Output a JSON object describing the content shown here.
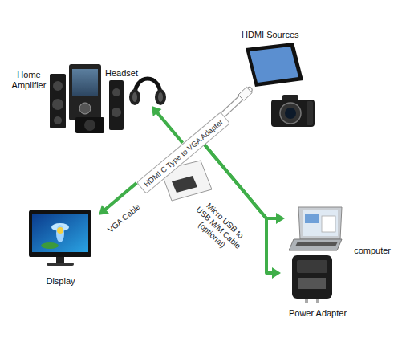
{
  "diagram": {
    "nodes": [
      {
        "text": [
          "Home Amplifier"
        ]
      },
      {
        "text": [
          "Headset"
        ]
      },
      {
        "text": [
          "HDMI Sources"
        ]
      },
      {
        "text": [
          "HDMI C Type to VGA Adapter"
        ]
      },
      {
        "text": [
          "Display"
        ]
      },
      {
        "text": [
          "computer"
        ]
      },
      {
        "text": [
          "Power Adapter"
        ]
      }
    ],
    "edges": [
      {
        "from": 3,
        "to": 2,
        "arrow": "none"
      },
      {
        "from": 3,
        "to": 1,
        "arrow": "to"
      },
      {
        "from": 3,
        "to": 4,
        "arrow": "to",
        "label": "VGA Cable"
      },
      {
        "from": 3,
        "to": 5,
        "arrow": "to",
        "label": "Micro USB to USB M/M Cable (optional)"
      },
      {
        "from": 3,
        "to": 6,
        "arrow": "to"
      }
    ]
  }
}
